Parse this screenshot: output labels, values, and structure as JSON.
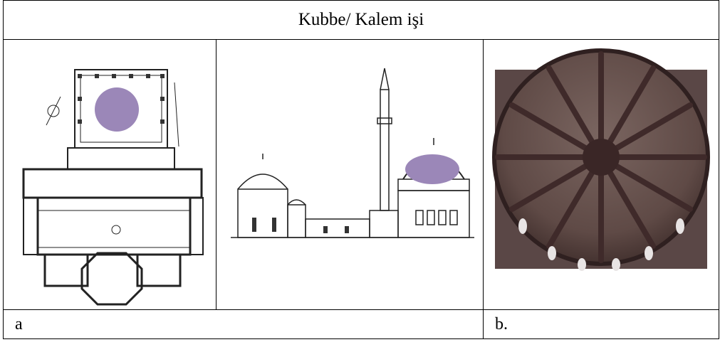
{
  "table": {
    "title": "Kubbe/ Kalem işi",
    "label_a": "a",
    "label_b": "b."
  },
  "colors": {
    "dome_highlight": "#9b87b8",
    "dome_photo_base": "#6a5450",
    "dome_ribs": "#3f2a2a"
  },
  "icons": {
    "plan": "floor-plan-drawing",
    "section": "section-elevation-drawing",
    "photo": "dome-interior-photo"
  }
}
